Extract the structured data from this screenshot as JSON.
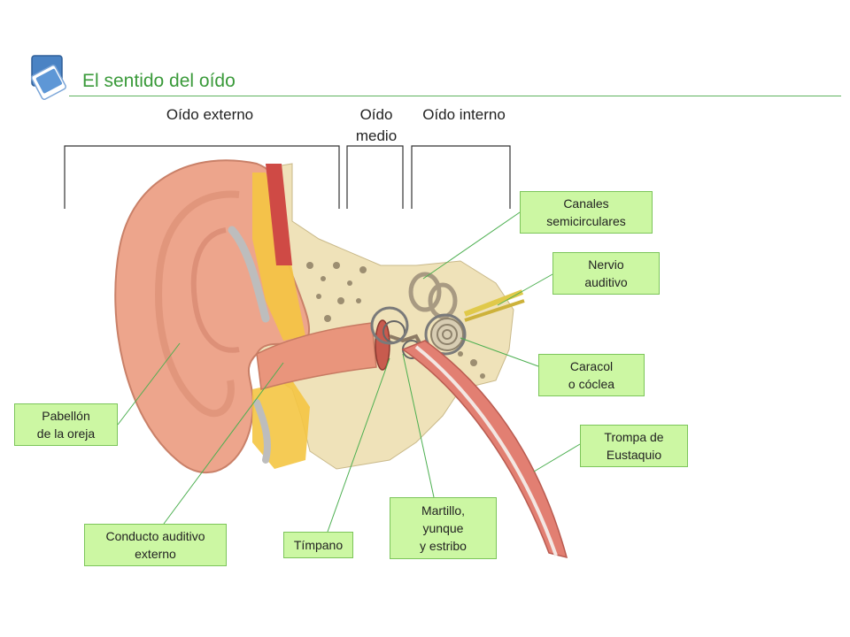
{
  "title": "El sentido del oído",
  "icons": {
    "logo": "stacked-squares-icon"
  },
  "colors": {
    "accent": "#3a9a3a",
    "label_fill": "#ccf7a3",
    "label_border": "#7cc55a",
    "pointer_line": "#4caf50"
  },
  "sections": {
    "outer": "Oído externo",
    "middle": "Oído\nmedio",
    "inner": "Oído interno"
  },
  "labels": {
    "canales": "Canales\nsemicirculares",
    "nervio": "Nervio\nauditivo",
    "caracol": "Caracol\no cóclea",
    "trompa": "Trompa de\nEustaquio",
    "pabellon": "Pabellón\nde la oreja",
    "conducto": "Conducto auditivo\nexterno",
    "timpano": "Tímpano",
    "martillo": "Martillo,\nyunque\ny estribo"
  }
}
